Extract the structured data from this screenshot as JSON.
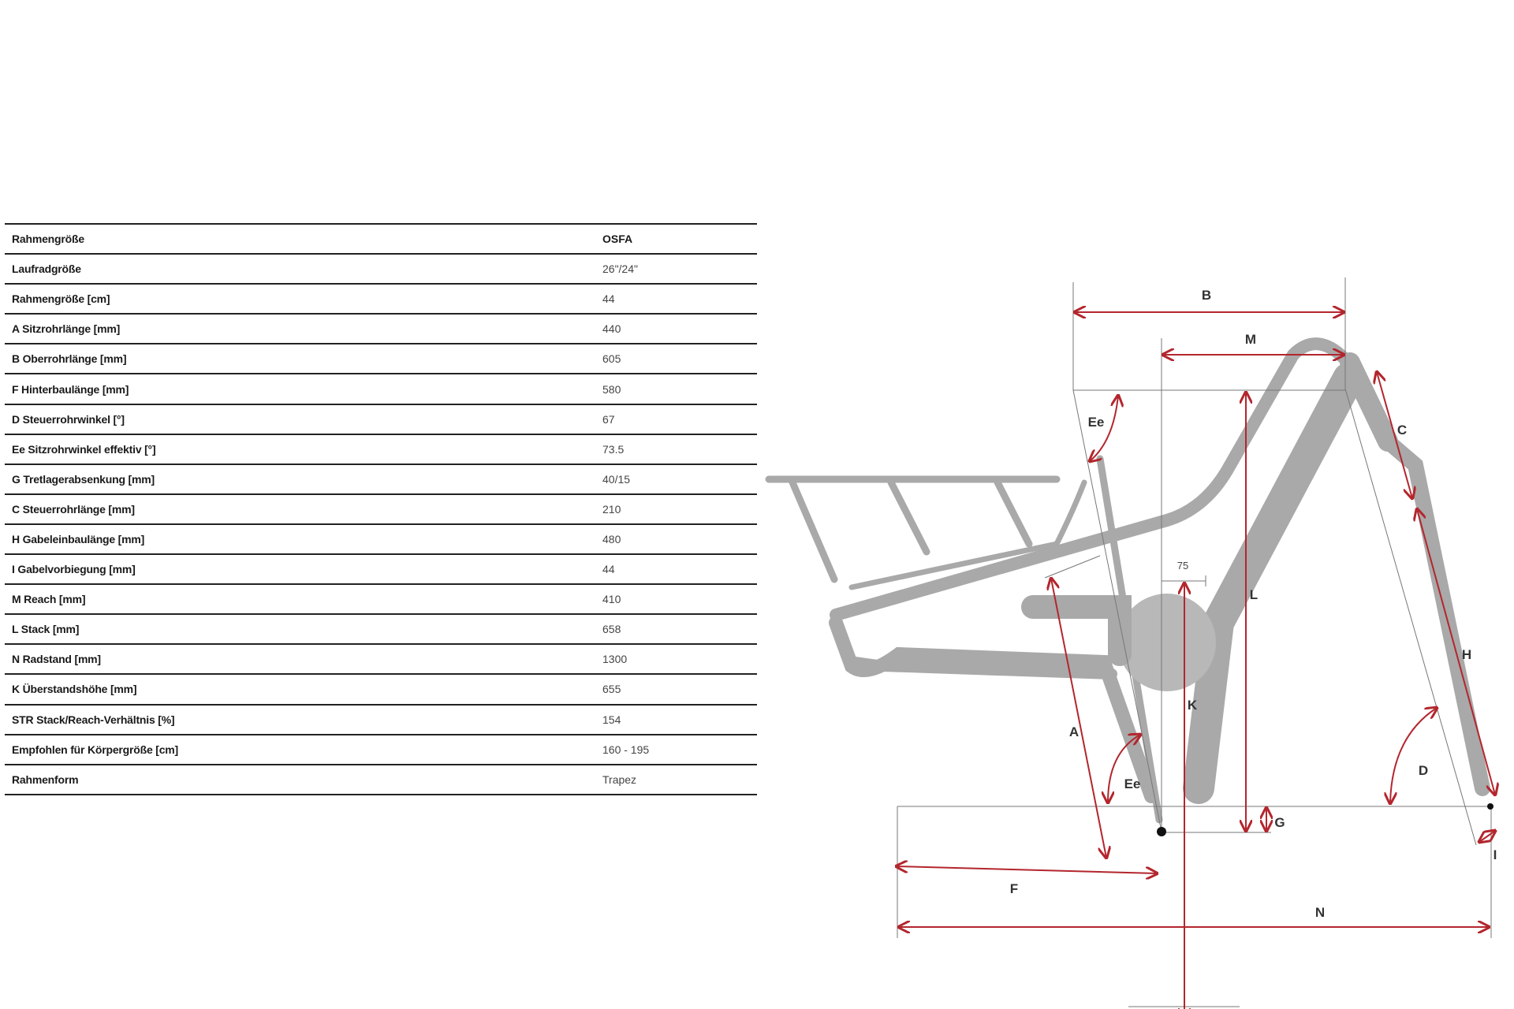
{
  "table": {
    "rows": [
      {
        "label": "Rahmengröße",
        "value": "OSFA"
      },
      {
        "label": "Laufradgröße",
        "value": "26\"/24\""
      },
      {
        "label": "Rahmengröße [cm]",
        "value": "44"
      },
      {
        "label": "A Sitzrohrlänge [mm]",
        "value": "440"
      },
      {
        "label": "B Oberrohrlänge [mm]",
        "value": "605"
      },
      {
        "label": "F Hinterbaulänge [mm]",
        "value": "580"
      },
      {
        "label": "D Steuerrohrwinkel [°]",
        "value": "67"
      },
      {
        "label": "Ee Sitzrohrwinkel effektiv [°]",
        "value": "73.5"
      },
      {
        "label": "G Tretlagerabsenkung [mm]",
        "value": "40/15"
      },
      {
        "label": "C Steuerrohrlänge [mm]",
        "value": "210"
      },
      {
        "label": "H Gabeleinbaulänge [mm]",
        "value": "480"
      },
      {
        "label": "I Gabelvorbiegung [mm]",
        "value": "44"
      },
      {
        "label": "M Reach [mm]",
        "value": "410"
      },
      {
        "label": "L Stack [mm]",
        "value": "658"
      },
      {
        "label": "N Radstand [mm]",
        "value": "1300"
      },
      {
        "label": "K Überstandshöhe [mm]",
        "value": "655"
      },
      {
        "label": "STR Stack/Reach-Verhältnis [%]",
        "value": "154"
      },
      {
        "label": "Empfohlen für Körpergröße [cm]",
        "value": "160 - 195"
      },
      {
        "label": "Rahmenform",
        "value": "Trapez"
      }
    ]
  },
  "diagram": {
    "labels": {
      "A": "A",
      "B": "B",
      "C": "C",
      "D": "D",
      "Ee_top": "Ee",
      "Ee_bottom": "Ee",
      "F": "F",
      "G": "G",
      "H": "H",
      "I": "I",
      "K": "K",
      "L": "L",
      "M": "M",
      "N": "N",
      "offset": "75"
    },
    "colors": {
      "dimension": "#b3262d",
      "frame": "#a9a9a9"
    }
  }
}
